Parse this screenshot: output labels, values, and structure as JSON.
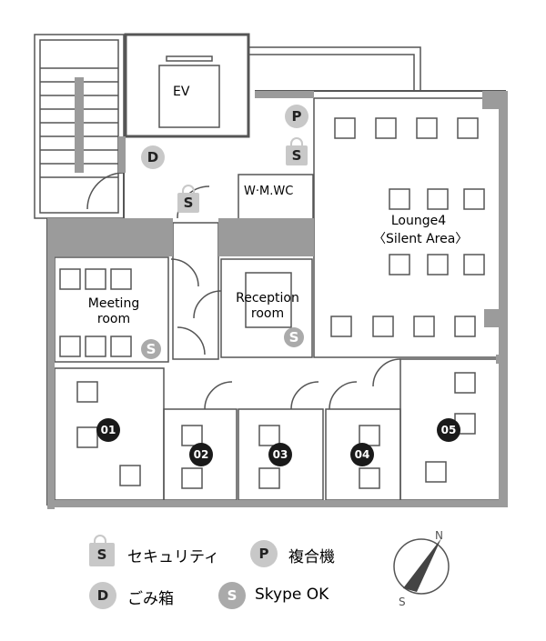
{
  "rooms": {
    "ev": "EV",
    "wc": "W·M.WC",
    "lounge_name": "Lounge4",
    "lounge_sub": "〈Silent Area〉",
    "meeting_1": "Meeting",
    "meeting_2": "room",
    "reception_1": "Reception",
    "reception_2": "room",
    "r01": "01",
    "r02": "02",
    "r03": "03",
    "r04": "04",
    "r05": "05"
  },
  "markers": {
    "security": "S",
    "printer": "P",
    "trash": "D"
  },
  "legend": {
    "security": "セキュリティ",
    "printer": "複合機",
    "trash": "ごみ箱",
    "skype": "Skype OK"
  },
  "compass": {
    "north": "N",
    "south": "S"
  },
  "colors": {
    "wall": "#9b9b9b",
    "line": "#555555",
    "marker": "#c8c8c8",
    "room_badge": "#1a1a1a"
  }
}
